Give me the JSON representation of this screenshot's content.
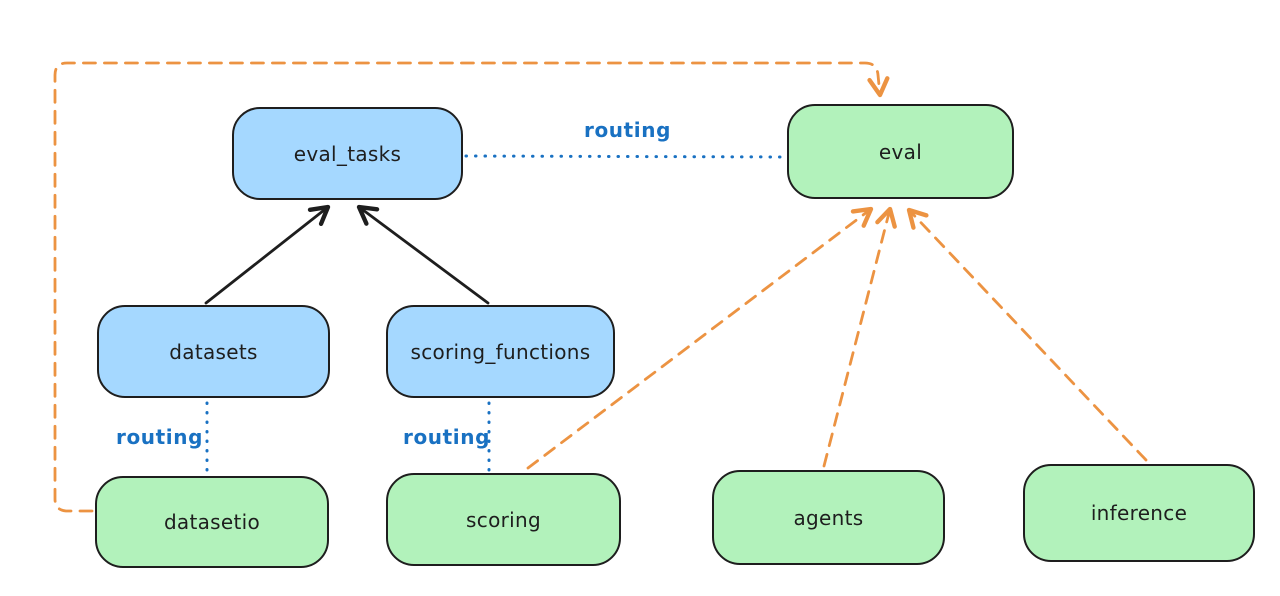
{
  "diagram": {
    "nodes": {
      "eval_tasks": {
        "label": "eval_tasks",
        "kind": "resource"
      },
      "eval": {
        "label": "eval",
        "kind": "api"
      },
      "datasets": {
        "label": "datasets",
        "kind": "resource"
      },
      "scoring_functions": {
        "label": "scoring_functions",
        "kind": "resource"
      },
      "datasetio": {
        "label": "datasetio",
        "kind": "api"
      },
      "scoring": {
        "label": "scoring",
        "kind": "api"
      },
      "agents": {
        "label": "agents",
        "kind": "api"
      },
      "inference": {
        "label": "inference",
        "kind": "api"
      }
    },
    "labels": {
      "routing_eval": "routing",
      "routing_datasetio": "routing",
      "routing_scoring": "routing"
    },
    "edges": [
      {
        "from": "datasets",
        "to": "eval_tasks",
        "style": "solid",
        "color": "black"
      },
      {
        "from": "scoring_functions",
        "to": "eval_tasks",
        "style": "solid",
        "color": "black"
      },
      {
        "from": "eval_tasks",
        "to": "eval",
        "style": "dotted",
        "color": "blue",
        "label": "routing"
      },
      {
        "from": "datasets",
        "to": "datasetio",
        "style": "dotted",
        "color": "blue",
        "label": "routing"
      },
      {
        "from": "scoring_functions",
        "to": "scoring",
        "style": "dotted",
        "color": "blue",
        "label": "routing"
      },
      {
        "from": "datasetio",
        "to": "eval",
        "style": "dashed",
        "color": "orange"
      },
      {
        "from": "scoring",
        "to": "eval",
        "style": "dashed",
        "color": "orange"
      },
      {
        "from": "agents",
        "to": "eval",
        "style": "dashed",
        "color": "orange"
      },
      {
        "from": "inference",
        "to": "eval",
        "style": "dashed",
        "color": "orange"
      }
    ],
    "colors": {
      "resource_fill": "#a5d8ff",
      "api_fill": "#b2f2bb",
      "stroke": "#1e1e1e",
      "routing_blue": "#1971c2",
      "dependency_orange": "#ec9342",
      "background": "#ffffff"
    }
  }
}
